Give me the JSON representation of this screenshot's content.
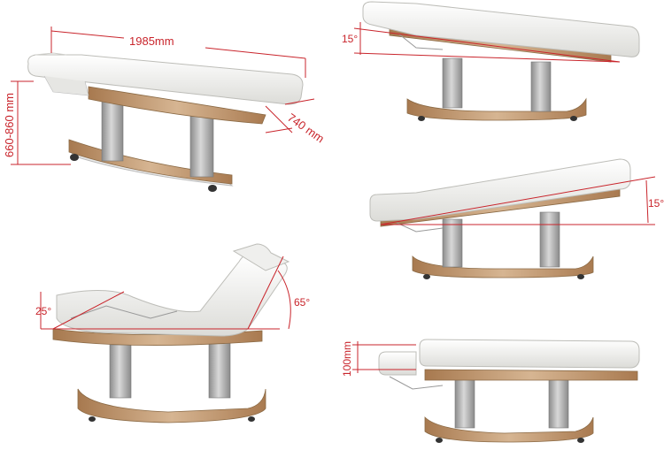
{
  "colors": {
    "dimension_red": "#c9252c",
    "upholstery_white": "#f4f4f2",
    "wood_base": "#c9a27e",
    "metal_column": "#b8b8b8"
  },
  "labels": {
    "length": "1985mm",
    "width": "740 mm",
    "height_range": "660-860 mm",
    "tilt_top": "15°",
    "tilt_mid": "15°",
    "leg_angle": "25°",
    "back_angle": "65°",
    "head_drop": "100mm"
  }
}
